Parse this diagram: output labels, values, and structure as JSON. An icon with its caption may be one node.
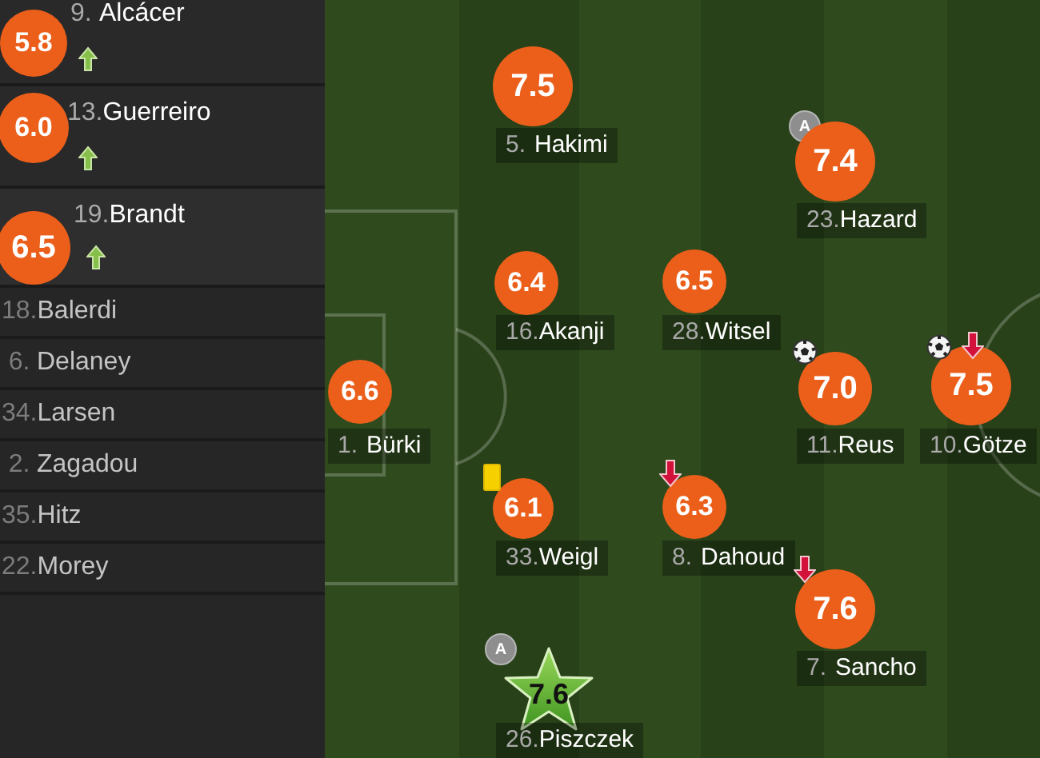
{
  "diagram": {
    "nodes": [
      {
        "text": [
          "5.8"
        ],
        "beside": [
          "9.",
          "Alcácer"
        ]
      },
      {
        "text": [
          "6.0"
        ],
        "beside": [
          "13.",
          "Guerreiro"
        ]
      },
      {
        "text": [
          "6.5"
        ],
        "beside": [
          "19.",
          "Brandt"
        ]
      },
      {
        "text": [
          "7.5"
        ],
        "beside": [
          "5.",
          "Hakimi"
        ]
      },
      {
        "text": [
          "A"
        ]
      },
      {
        "text": [
          "7.4"
        ],
        "beside": [
          "23.",
          "Hazard"
        ]
      },
      {
        "text": [
          "6.4"
        ],
        "beside": [
          "16.",
          "Akanji"
        ]
      },
      {
        "text": [
          "6.5"
        ],
        "beside": [
          "28.",
          "Witsel"
        ]
      },
      {
        "text": [
          "6.6"
        ],
        "beside": [
          "1.",
          "Bürki"
        ]
      },
      {
        "text": [
          "7.0"
        ],
        "beside": [
          "11.",
          "Reus"
        ]
      },
      {
        "text": [
          "7.5"
        ],
        "beside": [
          "10.",
          "Götze"
        ]
      },
      {
        "text": [
          "6.1"
        ],
        "beside": [
          "33.",
          "Weigl"
        ]
      },
      {
        "text": [
          "6.3"
        ],
        "beside": [
          "8.",
          "Dahoud"
        ]
      },
      {
        "text": [
          "7.6"
        ],
        "beside": [
          "7.",
          "Sancho"
        ]
      },
      {
        "text": [
          "A"
        ]
      },
      {
        "text": [
          "7.6"
        ],
        "beside": [
          "26.",
          "Piszczek"
        ]
      }
    ],
    "labels": [
      "18.",
      "Balerdi",
      "6.",
      "Delaney",
      "34.",
      "Larsen",
      "2.",
      "Zagadou",
      "35.",
      "Hitz",
      "22.",
      "Morey"
    ]
  }
}
